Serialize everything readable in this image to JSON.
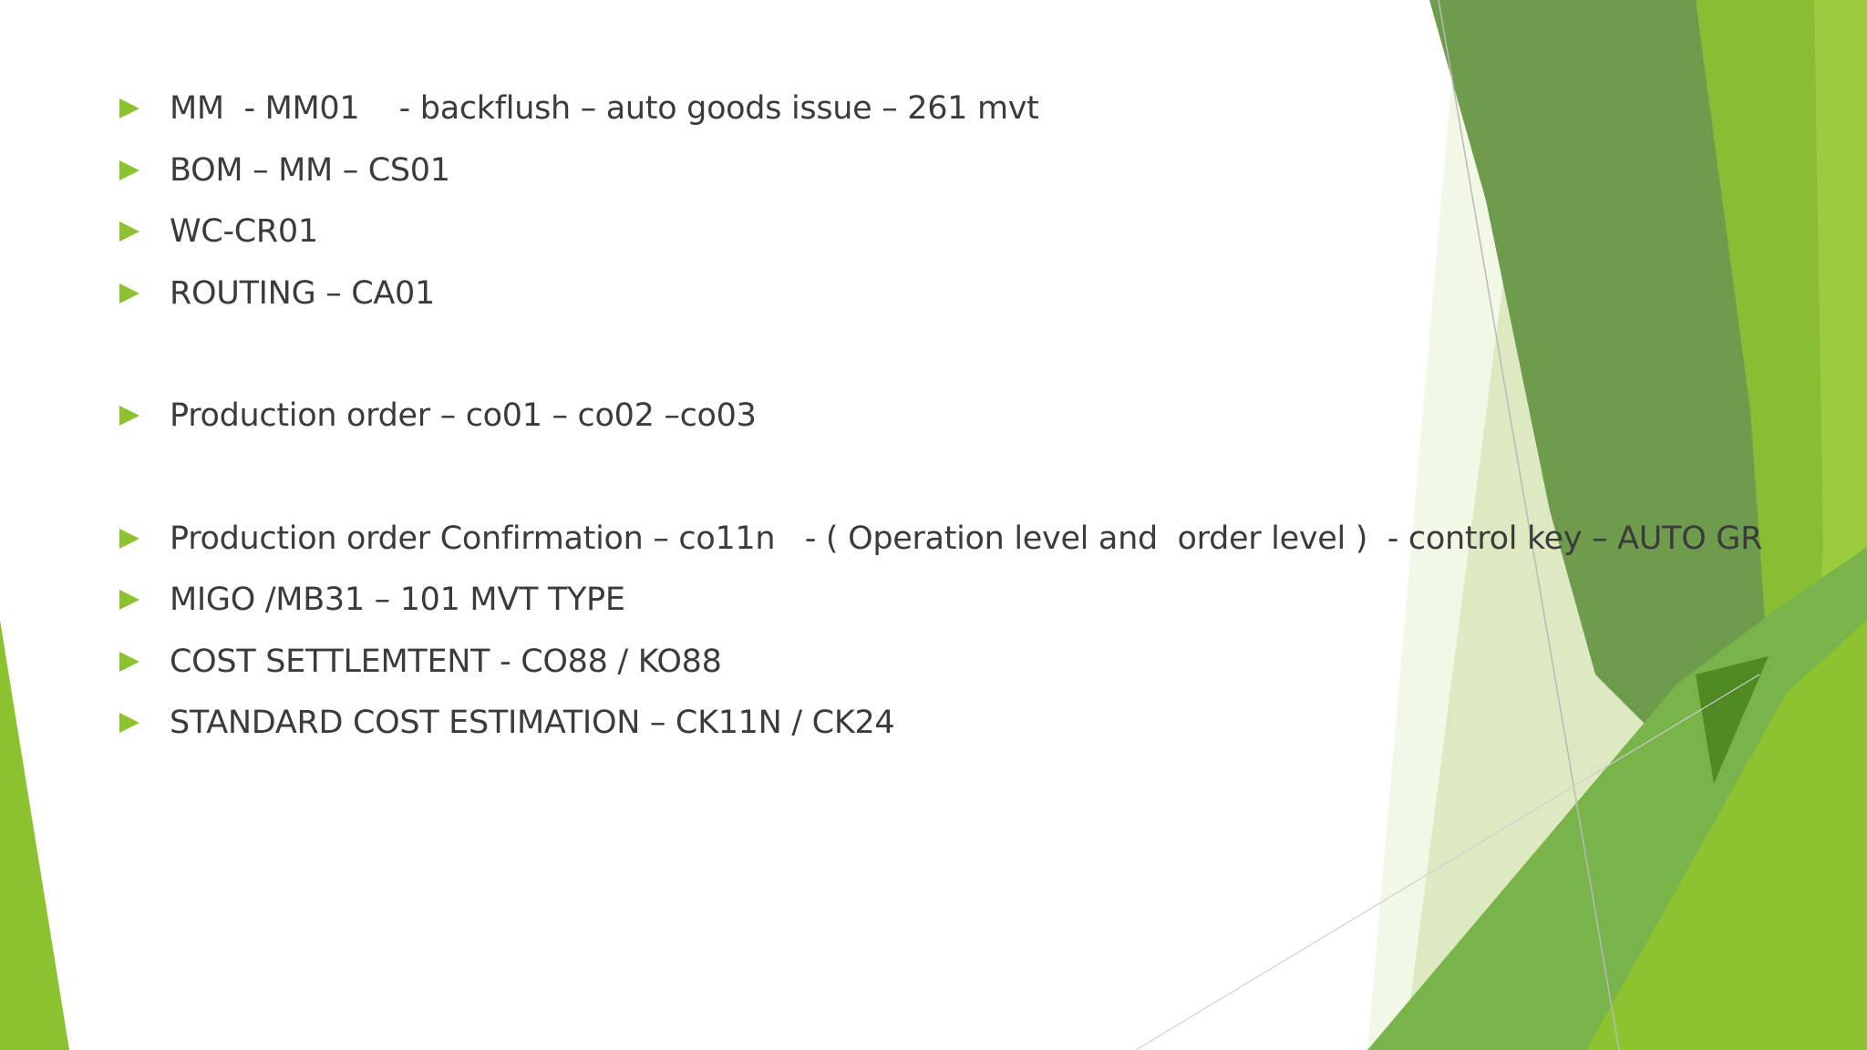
{
  "slide": {
    "bullets": [
      "MM  - MM01    - backflush – auto goods issue – 261 mvt",
      "BOM – MM – CS01",
      "WC-CR01",
      "ROUTING – CA01",
      "Production order – co01 – co02 –co03",
      "Production order Confirmation – co11n   - ( Operation level and  order level )  - control key – AUTO GR",
      "MIGO /MB31 – 101 MVT TYPE",
      "COST SETTLEMTENT - CO88 / KO88",
      "STANDARD COST ESTIMATION – CK11N / CK24"
    ]
  },
  "theme": {
    "bullet_color": "#8cc12f",
    "text_color": "#3b3b3b",
    "accent_dark": "#6b9a48",
    "accent_light": "#a6cf3a"
  }
}
